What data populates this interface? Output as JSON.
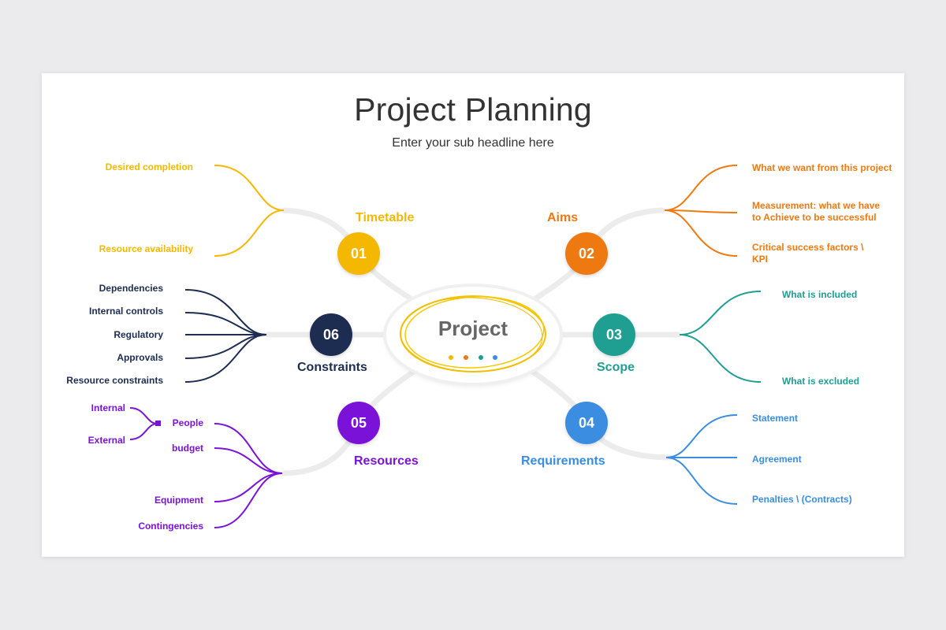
{
  "title": "Project Planning",
  "subtitle": "Enter your sub headline here",
  "center_label": "Project",
  "colors": {
    "timetable": "#f5b800",
    "aims": "#ee7910",
    "scope": "#1f9e92",
    "requirements": "#3a8de0",
    "resources": "#7a12d8",
    "constraints": "#1d2d52"
  },
  "branches": {
    "timetable": {
      "number": "01",
      "label": "Timetable",
      "items": [
        "Desired completion",
        "Resource availability"
      ]
    },
    "aims": {
      "number": "02",
      "label": "Aims",
      "items": [
        "What we want from this project",
        "Measurement: what we have",
        "to Achieve to be successful",
        "Critical success factors \\",
        "KPI"
      ]
    },
    "scope": {
      "number": "03",
      "label": "Scope",
      "items": [
        "What is included",
        "What is excluded"
      ]
    },
    "requirements": {
      "number": "04",
      "label": "Requirements",
      "items": [
        "Statement",
        "Agreement",
        "Penalties \\ (Contracts)"
      ]
    },
    "resources": {
      "number": "05",
      "label": "Resources",
      "items": [
        "People",
        "budget",
        "Equipment",
        "Contingencies"
      ],
      "sub_items": [
        "Internal",
        "External"
      ]
    },
    "constraints": {
      "number": "06",
      "label": "Constraints",
      "items": [
        "Dependencies",
        "Internal controls",
        "Regulatory",
        "Approvals",
        "Resource constraints"
      ]
    }
  }
}
